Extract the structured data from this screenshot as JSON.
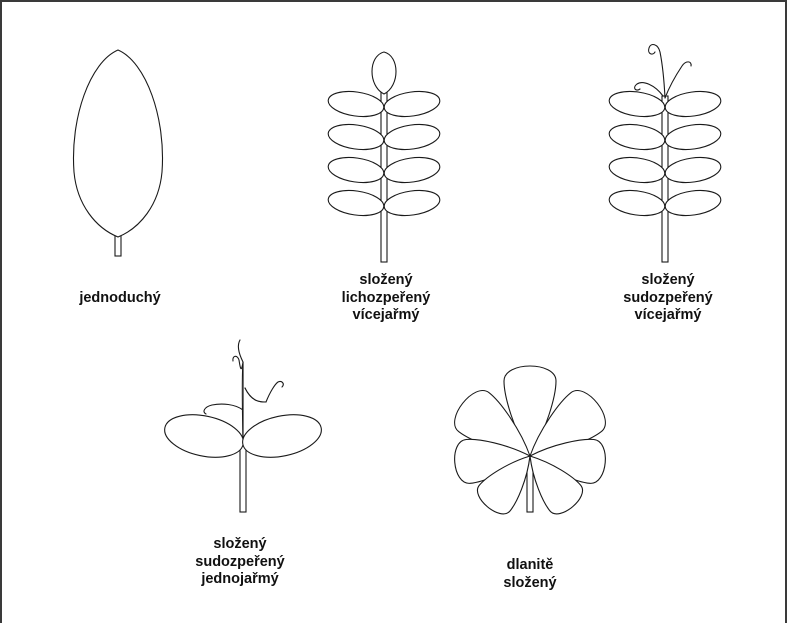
{
  "labels": {
    "simple": [
      "jednoduchý"
    ],
    "odd_pinnate": [
      "složený",
      "lichozpeřený",
      "vícejařmý"
    ],
    "even_pinnate_multi": [
      "složený",
      "sudozpeřený",
      "vícejařmý"
    ],
    "even_pinnate_single": [
      "složený",
      "sudozpeřený",
      "jednojařmý"
    ],
    "palmate": [
      "dlanitě",
      "složený"
    ]
  }
}
